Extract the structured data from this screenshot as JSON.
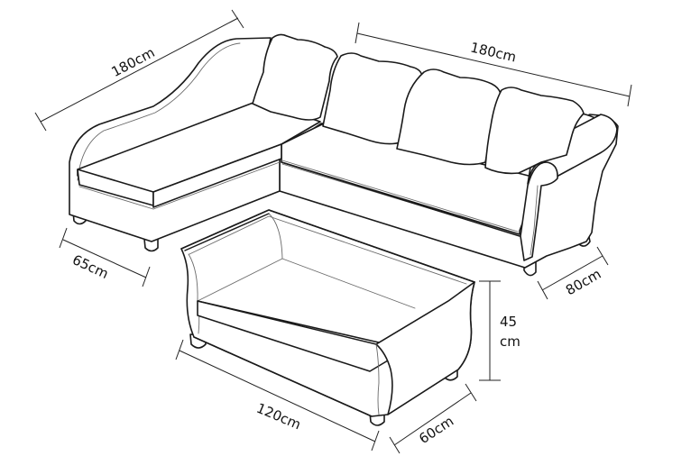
{
  "diagram": {
    "subject": "L-shaped sectional sofa with chaise and ottoman, dimension line drawing",
    "line_color": "#1a1a1a",
    "background": "#ffffff",
    "components": [
      "chaise-lounge",
      "three-seat-sofa",
      "back-cushions",
      "ottoman"
    ],
    "dimensions": {
      "chaise_length": "180cm",
      "sofa_length": "180cm",
      "chaise_width": "65cm",
      "sofa_depth": "80cm",
      "ottoman_height_value": "45",
      "ottoman_height_unit": "cm",
      "ottoman_length": "120cm",
      "ottoman_width": "60cm"
    }
  }
}
